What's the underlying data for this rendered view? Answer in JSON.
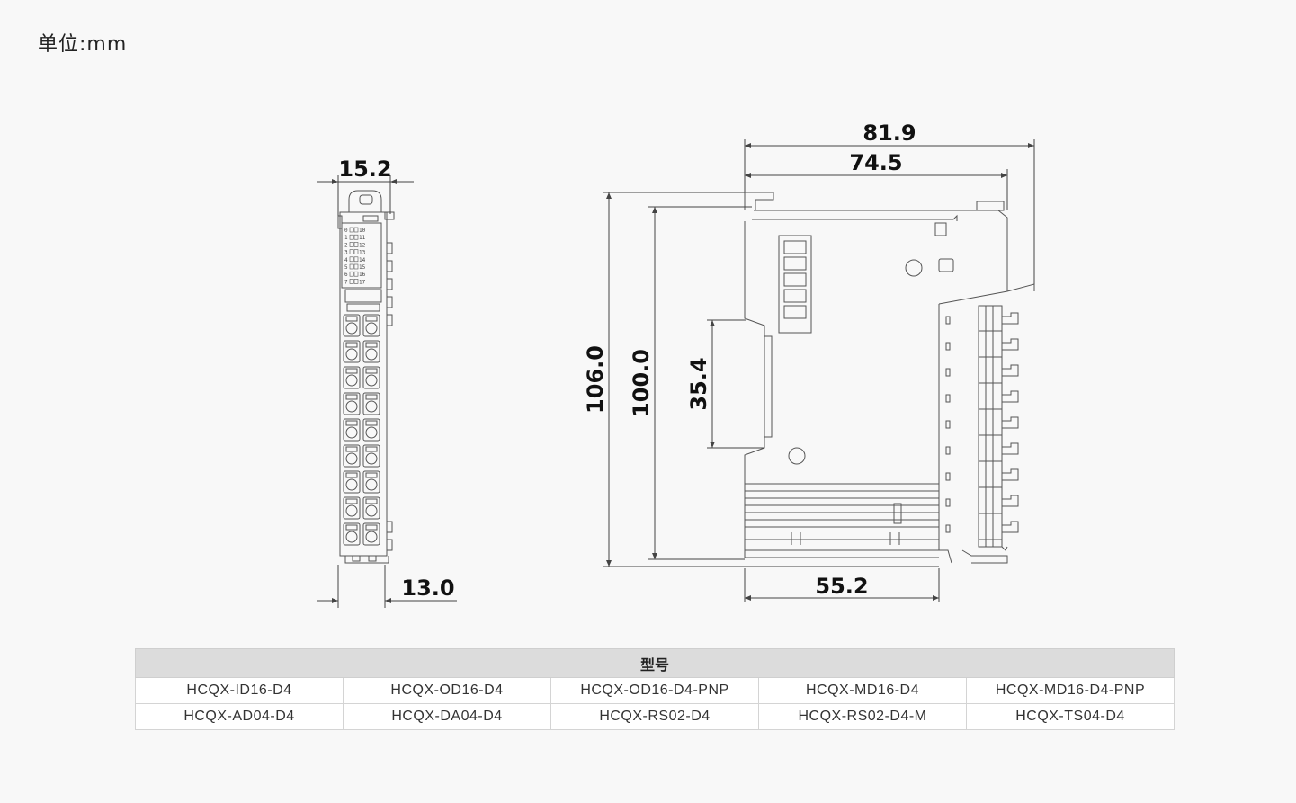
{
  "unit_label": "单位:mm",
  "dimensions": {
    "front_width": "15.2",
    "front_depth": "13.0",
    "side_total_depth": "81.9",
    "side_body_depth": "74.5",
    "side_total_height": "106.0",
    "side_body_height": "100.0",
    "rail_height": "35.4",
    "bottom_depth": "55.2"
  },
  "front_view": {
    "indicator_labels": [
      "0",
      "1",
      "2",
      "3",
      "4",
      "5",
      "6",
      "7"
    ],
    "indicator_labels_b": [
      "10",
      "11",
      "12",
      "13",
      "14",
      "15",
      "16",
      "17"
    ]
  },
  "table": {
    "header": "型号",
    "rows": [
      [
        "HCQX-ID16-D4",
        "HCQX-OD16-D4",
        "HCQX-OD16-D4-PNP",
        "HCQX-MD16-D4",
        "HCQX-MD16-D4-PNP"
      ],
      [
        "HCQX-AD04-D4",
        "HCQX-DA04-D4",
        "HCQX-RS02-D4",
        "HCQX-RS02-D4-M",
        "HCQX-TS04-D4"
      ]
    ]
  },
  "colors": {
    "line": "#444444",
    "table_header_bg": "#dcdcdc",
    "background": "#f8f8f8"
  }
}
